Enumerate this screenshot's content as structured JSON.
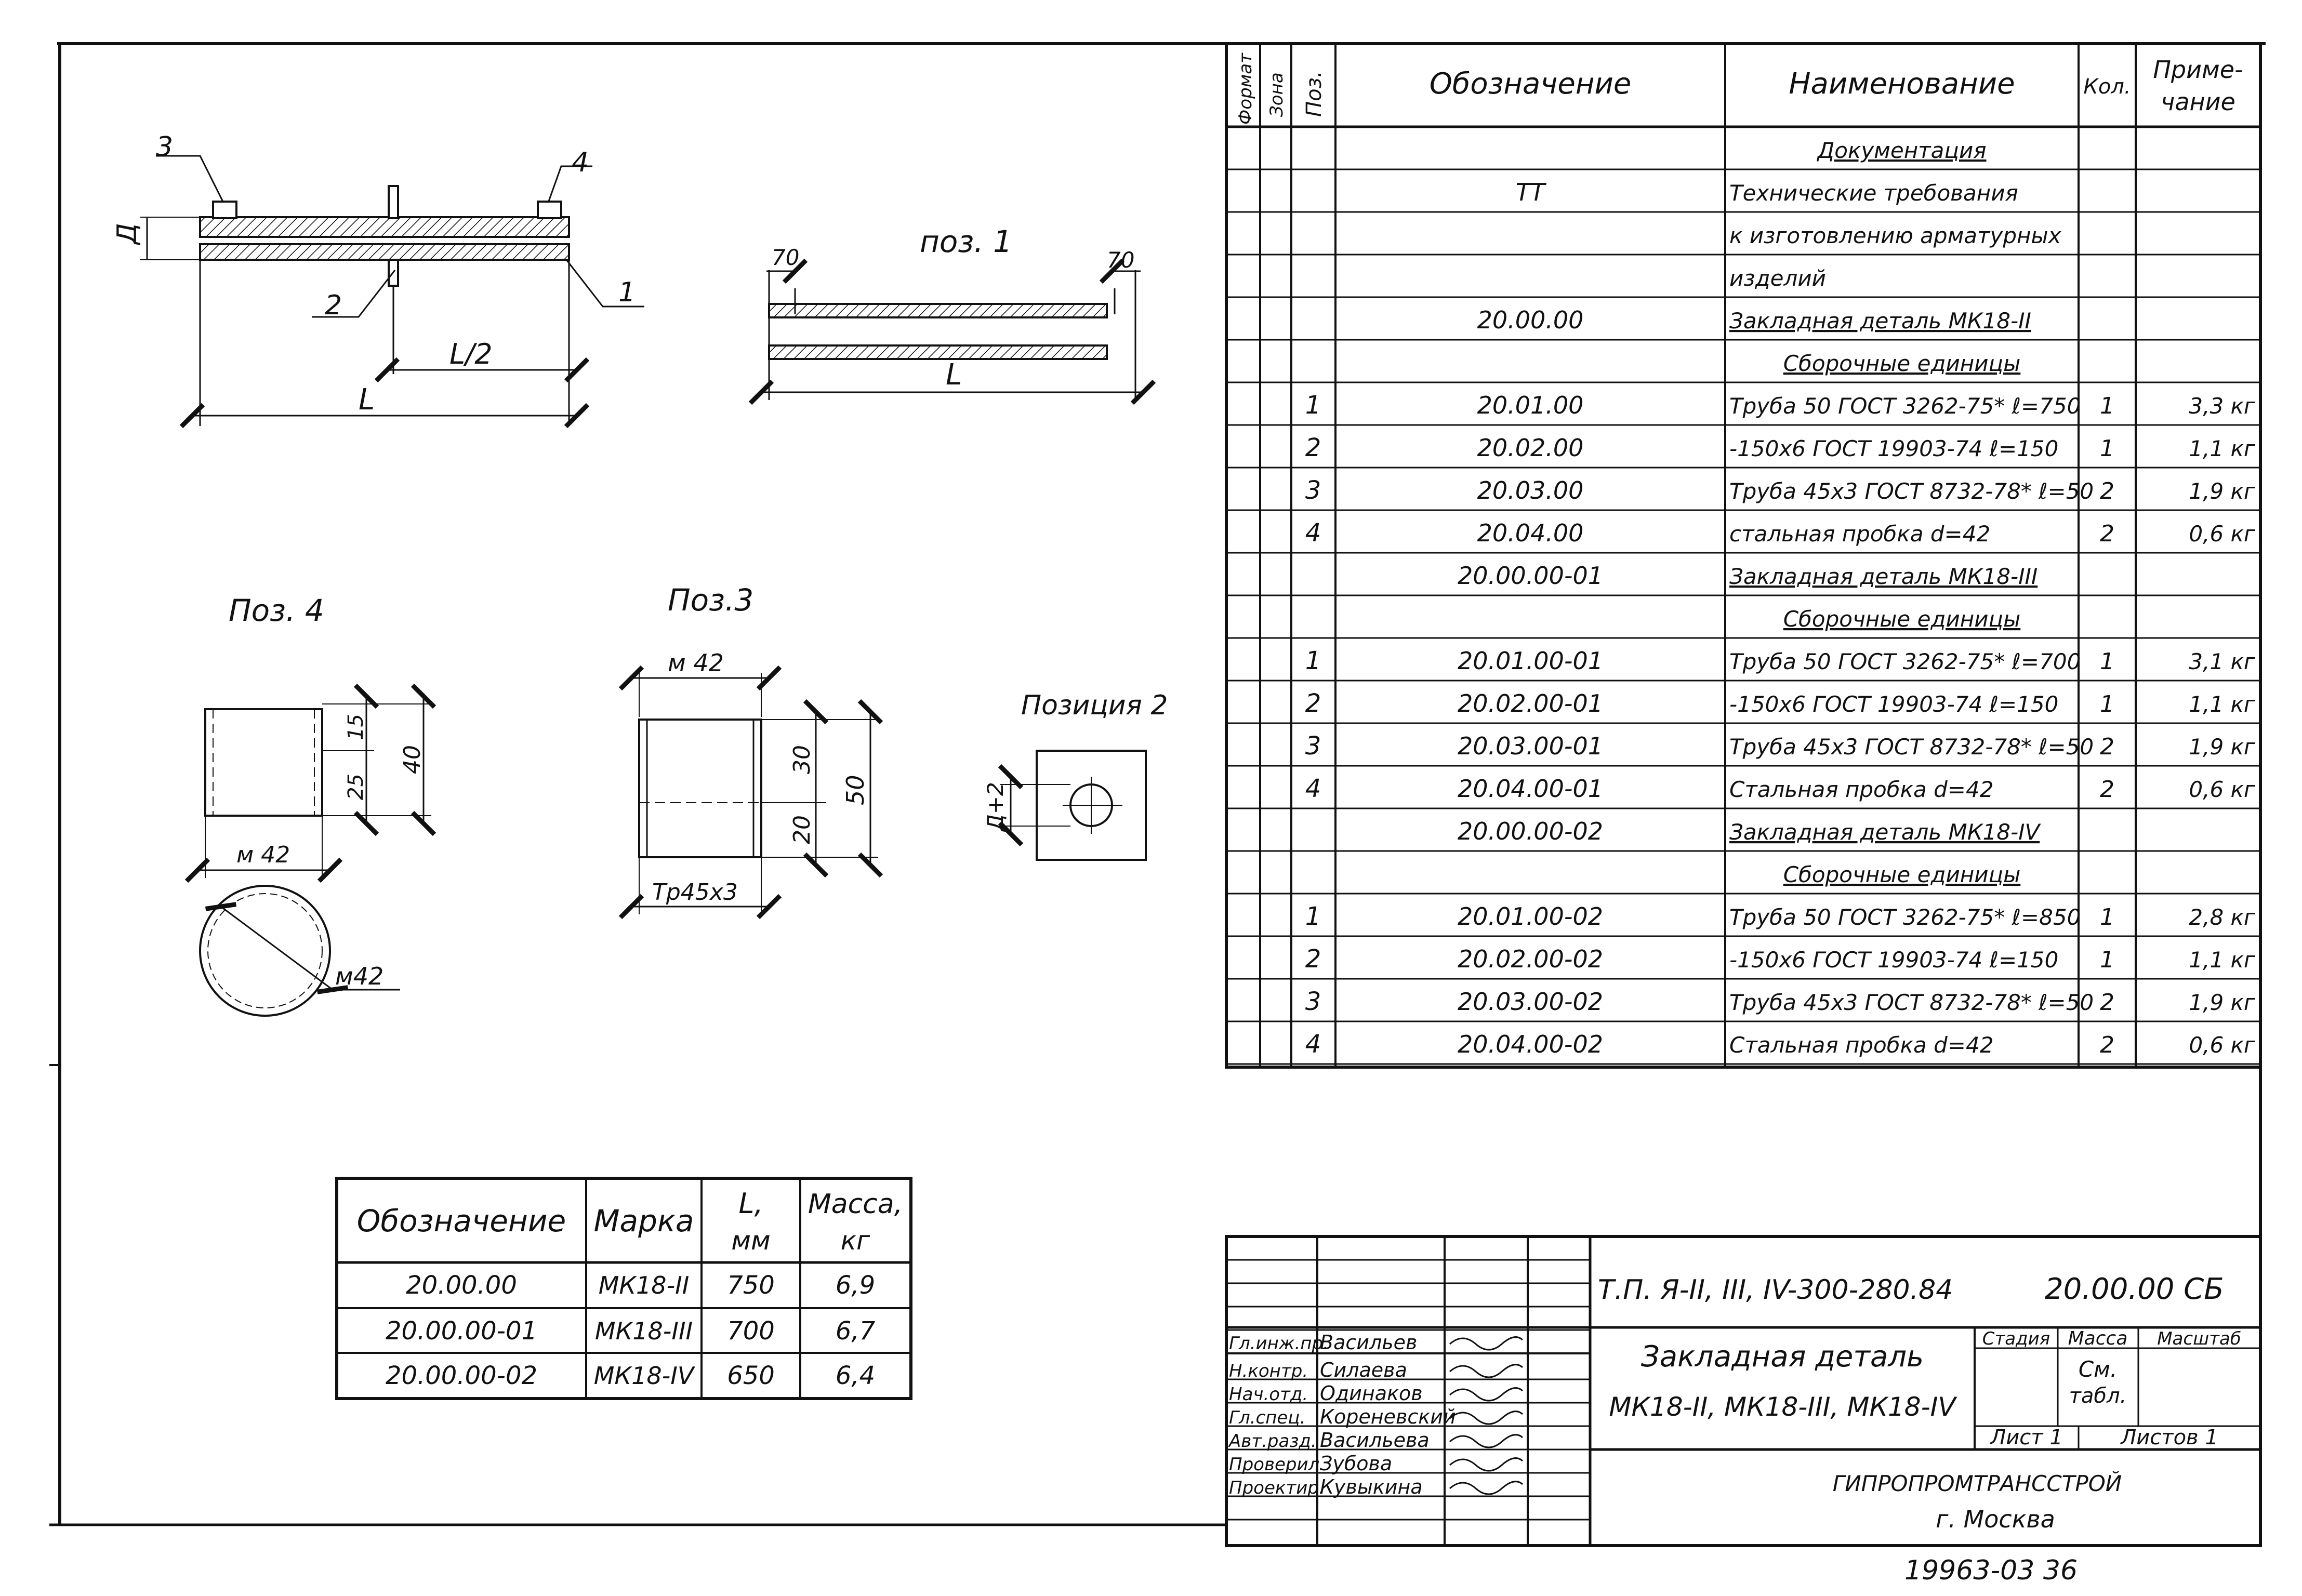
{
  "views": {
    "assembly": {
      "pos3": "3",
      "pos4": "4",
      "pos2": "2",
      "pos1": "1",
      "dim_d": "Д",
      "dim_half": "L/2",
      "dim_l": "L"
    },
    "poz1": {
      "title": "поз. 1",
      "dim_left": "70",
      "dim_right": "70",
      "dim_l": "L"
    },
    "poz4": {
      "title": "Поз. 4",
      "dim_15": "15",
      "dim_25": "25",
      "dim_40": "40",
      "thread_width": "м 42",
      "thread_diameter": "м42"
    },
    "poz3": {
      "title": "Поз.3",
      "thread": "м 42",
      "dim_30": "30",
      "dim_20": "20",
      "dim_50": "50",
      "tube": "Тр45x3"
    },
    "poz2": {
      "title": "Позиция 2",
      "dim": "Д+2"
    }
  },
  "spec_table": {
    "headers": {
      "format": "Формат",
      "zone": "Зона",
      "pos": "Поз.",
      "designation": "Обозначение",
      "name": "Наименование",
      "qty": "Кол.",
      "note1": "Приме-",
      "note2": "чание"
    },
    "rows": [
      {
        "pos": "",
        "designation": "",
        "name": "Документация",
        "qty": "",
        "note": ""
      },
      {
        "pos": "",
        "designation": "ТТ",
        "name": "Технические требования",
        "qty": "",
        "note": ""
      },
      {
        "pos": "",
        "designation": "",
        "name": "к изготовлению арматурных",
        "qty": "",
        "note": ""
      },
      {
        "pos": "",
        "designation": "",
        "name": "изделий",
        "qty": "",
        "note": ""
      },
      {
        "pos": "",
        "designation": "20.00.00",
        "name": "Закладная деталь МК18-II",
        "qty": "",
        "note": ""
      },
      {
        "pos": "",
        "designation": "",
        "name": "Сборочные единицы",
        "qty": "",
        "note": ""
      },
      {
        "pos": "1",
        "designation": "20.01.00",
        "name": "Труба 50 ГОСТ 3262-75* ℓ=750",
        "qty": "1",
        "note": "3,3 кг"
      },
      {
        "pos": "2",
        "designation": "20.02.00",
        "name": "-150x6 ГОСТ 19903-74 ℓ=150",
        "qty": "1",
        "note": "1,1 кг"
      },
      {
        "pos": "3",
        "designation": "20.03.00",
        "name": "Труба 45x3 ГОСТ 8732-78* ℓ=50",
        "qty": "2",
        "note": "1,9 кг"
      },
      {
        "pos": "4",
        "designation": "20.04.00",
        "name": "стальная пробка d=42",
        "qty": "2",
        "note": "0,6 кг"
      },
      {
        "pos": "",
        "designation": "20.00.00-01",
        "name": "Закладная деталь МК18-III",
        "qty": "",
        "note": ""
      },
      {
        "pos": "",
        "designation": "",
        "name": "Сборочные единицы",
        "qty": "",
        "note": ""
      },
      {
        "pos": "1",
        "designation": "20.01.00-01",
        "name": "Труба 50 ГОСТ 3262-75* ℓ=700",
        "qty": "1",
        "note": "3,1 кг"
      },
      {
        "pos": "2",
        "designation": "20.02.00-01",
        "name": "-150x6 ГОСТ 19903-74 ℓ=150",
        "qty": "1",
        "note": "1,1 кг"
      },
      {
        "pos": "3",
        "designation": "20.03.00-01",
        "name": "Труба 45x3 ГОСТ 8732-78* ℓ=50",
        "qty": "2",
        "note": "1,9 кг"
      },
      {
        "pos": "4",
        "designation": "20.04.00-01",
        "name": "Стальная пробка d=42",
        "qty": "2",
        "note": "0,6 кг"
      },
      {
        "pos": "",
        "designation": "20.00.00-02",
        "name": "Закладная деталь МК18-IV",
        "qty": "",
        "note": ""
      },
      {
        "pos": "",
        "designation": "",
        "name": "Сборочные единицы",
        "qty": "",
        "note": ""
      },
      {
        "pos": "1",
        "designation": "20.01.00-02",
        "name": "Труба 50 ГОСТ 3262-75* ℓ=850",
        "qty": "1",
        "note": "2,8 кг"
      },
      {
        "pos": "2",
        "designation": "20.02.00-02",
        "name": "-150x6 ГОСТ 19903-74 ℓ=150",
        "qty": "1",
        "note": "1,1 кг"
      },
      {
        "pos": "3",
        "designation": "20.03.00-02",
        "name": "Труба 45x3 ГОСТ 8732-78* ℓ=50",
        "qty": "2",
        "note": "1,9 кг"
      },
      {
        "pos": "4",
        "designation": "20.04.00-02",
        "name": "Стальная пробка d=42",
        "qty": "2",
        "note": "0,6 кг"
      }
    ]
  },
  "marks_table": {
    "headers": {
      "designation": "Обозначение",
      "mark": "Марка",
      "l1": "L,",
      "l2": "мм",
      "mass1": "Масса,",
      "mass2": "кг"
    },
    "rows": [
      {
        "designation": "20.00.00",
        "mark": "МК18-II",
        "l": "750",
        "mass": "6,9"
      },
      {
        "designation": "20.00.00-01",
        "mark": "МК18-III",
        "l": "700",
        "mass": "6,7"
      },
      {
        "designation": "20.00.00-02",
        "mark": "МК18-IV",
        "l": "650",
        "mass": "6,4"
      }
    ]
  },
  "title_block": {
    "doc_code": "Т.П. Я-II, III, IV-300-280.84",
    "sheet_code": "20.00.00 СБ",
    "title1": "Закладная деталь",
    "title2": "МК18-II, МК18-III, МК18-IV",
    "stage": "Стадия",
    "mass": "Масса",
    "scale": "Масштаб",
    "mass_value1": "См.",
    "mass_value2": "табл.",
    "sheet": "Лист 1",
    "sheets": "Листов 1",
    "org": "ГИПРОПРОМТРАНССТРОЙ",
    "city": "г. Москва",
    "signers": [
      {
        "role": "Гл.инж.пр.",
        "name": "Васильев"
      },
      {
        "role": "Н.контр.",
        "name": "Силаева"
      },
      {
        "role": "Нач.отд.",
        "name": "Одинаков"
      },
      {
        "role": "Гл.спец.",
        "name": "Кореневский"
      },
      {
        "role": "Авт.разд.",
        "name": "Васильева"
      },
      {
        "role": "Проверил",
        "name": "Зубова"
      },
      {
        "role": "Проектир.",
        "name": "Кувыкина"
      }
    ]
  },
  "footer_number": "19963-03 36"
}
